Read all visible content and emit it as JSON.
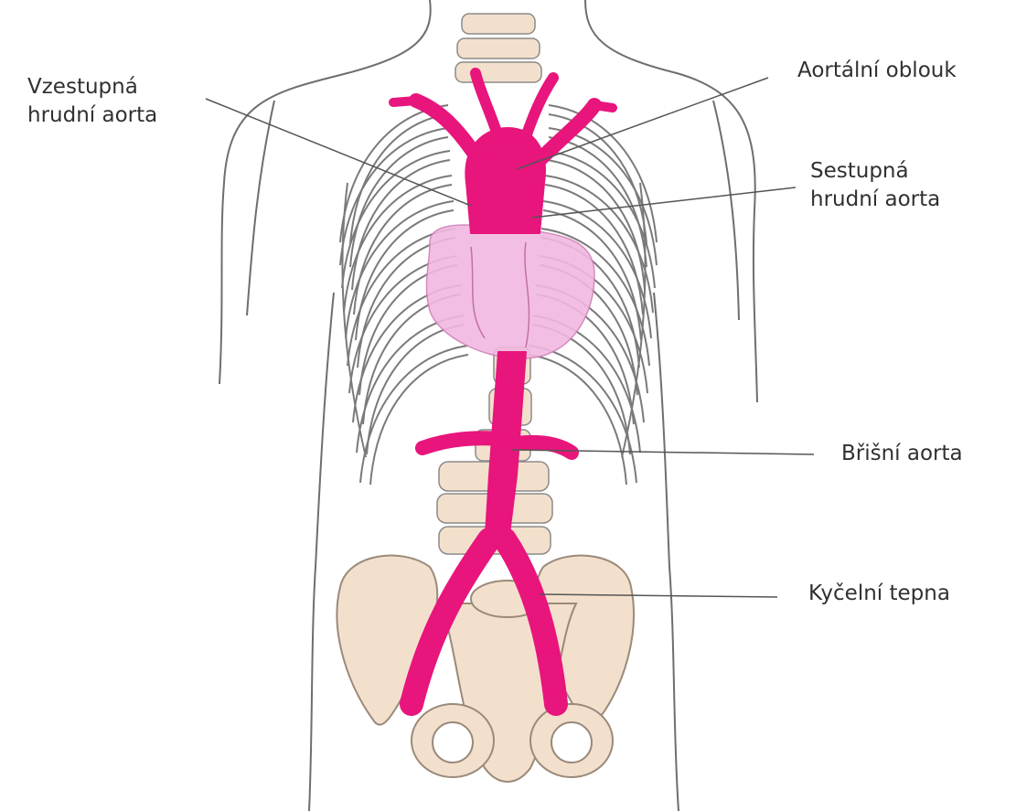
{
  "diagram": {
    "labels": {
      "ascending": [
        "Vzestupná",
        "hrudní aorta"
      ],
      "arch": [
        "Aortální oblouk"
      ],
      "descending": [
        "Sestupná",
        "hrudní aorta"
      ],
      "abdominal": [
        "Břišní aorta"
      ],
      "iliac": [
        "Kyčelní tepna"
      ]
    },
    "colors": {
      "artery": "#e8157c",
      "heart": "#f2b8e0",
      "bone": "#f3e0cc",
      "outline": "#6e6e6e",
      "leader": "#555555"
    }
  }
}
